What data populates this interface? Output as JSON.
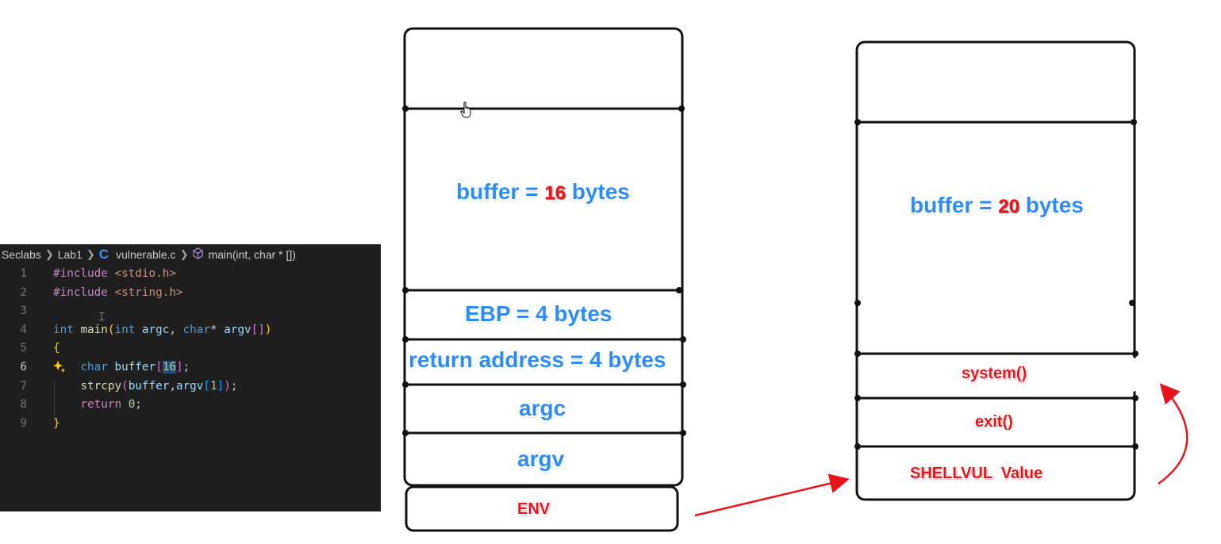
{
  "editor": {
    "breadcrumb": {
      "root": "Seclabs",
      "folder": "Lab1",
      "file": "vulnerable.c",
      "symbol": "main(int, char * [])"
    },
    "lines": [
      {
        "n": "1",
        "tokens": [
          {
            "t": "#include ",
            "c": "t-pre"
          },
          {
            "t": "<stdio.h>",
            "c": "t-inc"
          }
        ]
      },
      {
        "n": "2",
        "tokens": [
          {
            "t": "#include ",
            "c": "t-pre"
          },
          {
            "t": "<string.h>",
            "c": "t-inc"
          }
        ]
      },
      {
        "n": "3",
        "tokens": []
      },
      {
        "n": "4",
        "tokens": [
          {
            "t": "int ",
            "c": "t-kw"
          },
          {
            "t": "main",
            "c": "t-fn"
          },
          {
            "t": "(",
            "c": "t-br1"
          },
          {
            "t": "int ",
            "c": "t-kw"
          },
          {
            "t": "argc",
            "c": "t-var"
          },
          {
            "t": ", ",
            "c": "t-plain"
          },
          {
            "t": "char",
            "c": "t-kw"
          },
          {
            "t": "* ",
            "c": "t-plain"
          },
          {
            "t": "argv",
            "c": "t-var"
          },
          {
            "t": "[]",
            "c": "t-br2"
          },
          {
            "t": ")",
            "c": "t-br1"
          }
        ]
      },
      {
        "n": "5",
        "tokens": [
          {
            "t": "{",
            "c": "t-br1"
          }
        ]
      },
      {
        "n": "6",
        "active": true,
        "tokens": [
          {
            "t": "    char ",
            "c": "t-kw"
          },
          {
            "t": "buffer",
            "c": "t-var"
          },
          {
            "t": "[",
            "c": "t-br2"
          },
          {
            "t": "16",
            "c": "t-num t-hl"
          },
          {
            "t": "]",
            "c": "t-br2"
          },
          {
            "t": ";",
            "c": "t-plain"
          }
        ]
      },
      {
        "n": "7",
        "tokens": [
          {
            "t": "    strcpy",
            "c": "t-fn"
          },
          {
            "t": "(",
            "c": "t-br2"
          },
          {
            "t": "buffer",
            "c": "t-var"
          },
          {
            "t": ",",
            "c": "t-plain"
          },
          {
            "t": "argv",
            "c": "t-var"
          },
          {
            "t": "[",
            "c": "t-br3"
          },
          {
            "t": "1",
            "c": "t-num"
          },
          {
            "t": "]",
            "c": "t-br3"
          },
          {
            "t": ")",
            "c": "t-br2"
          },
          {
            "t": ";",
            "c": "t-plain"
          }
        ]
      },
      {
        "n": "8",
        "tokens": [
          {
            "t": "    return ",
            "c": "t-ret"
          },
          {
            "t": "0",
            "c": "t-num"
          },
          {
            "t": ";",
            "c": "t-plain"
          }
        ]
      },
      {
        "n": "9",
        "tokens": [
          {
            "t": "}",
            "c": "t-br1"
          }
        ]
      }
    ]
  },
  "stack_left": {
    "buffer_label": "buffer =",
    "buffer_size": "16",
    "buffer_unit": "bytes",
    "ebp": "EBP = 4 bytes",
    "ret": "return address = 4 bytes",
    "argc": "argc",
    "argv": "argv",
    "env": "ENV"
  },
  "stack_right": {
    "buffer_label": "buffer =",
    "buffer_size": "20",
    "buffer_unit": "bytes",
    "system": "system()",
    "exit": "exit()",
    "shellvul": "SHELLVUL  Value"
  },
  "colors": {
    "blue_label": "#2f8cf5",
    "red_label": "#e8141b",
    "arrow": "#e8141b",
    "editor_bg": "#1f1f1f"
  }
}
